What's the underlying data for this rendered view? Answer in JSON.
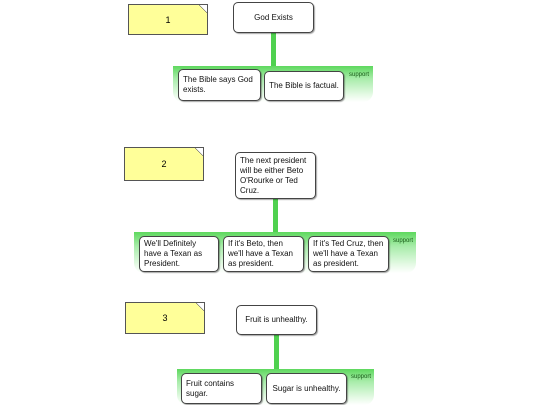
{
  "maps": [
    {
      "note": "1",
      "claim": "God Exists",
      "group_label": "support",
      "reasons": [
        "The Bible says God exists.",
        "The Bible is factual."
      ]
    },
    {
      "note": "2",
      "claim": "The next president will be either Beto O'Rourke or Ted Cruz.",
      "group_label": "support",
      "reasons": [
        "We'll Definitely have a Texan as President.",
        "If it's Beto, then we'll have a Texan as president.",
        "If it's Ted Cruz, then we'll have a Texan as president."
      ]
    },
    {
      "note": "3",
      "claim": "Fruit is unhealthy.",
      "group_label": "support",
      "reasons": [
        "Fruit contains sugar.",
        "Sugar is unhealthy."
      ]
    }
  ]
}
